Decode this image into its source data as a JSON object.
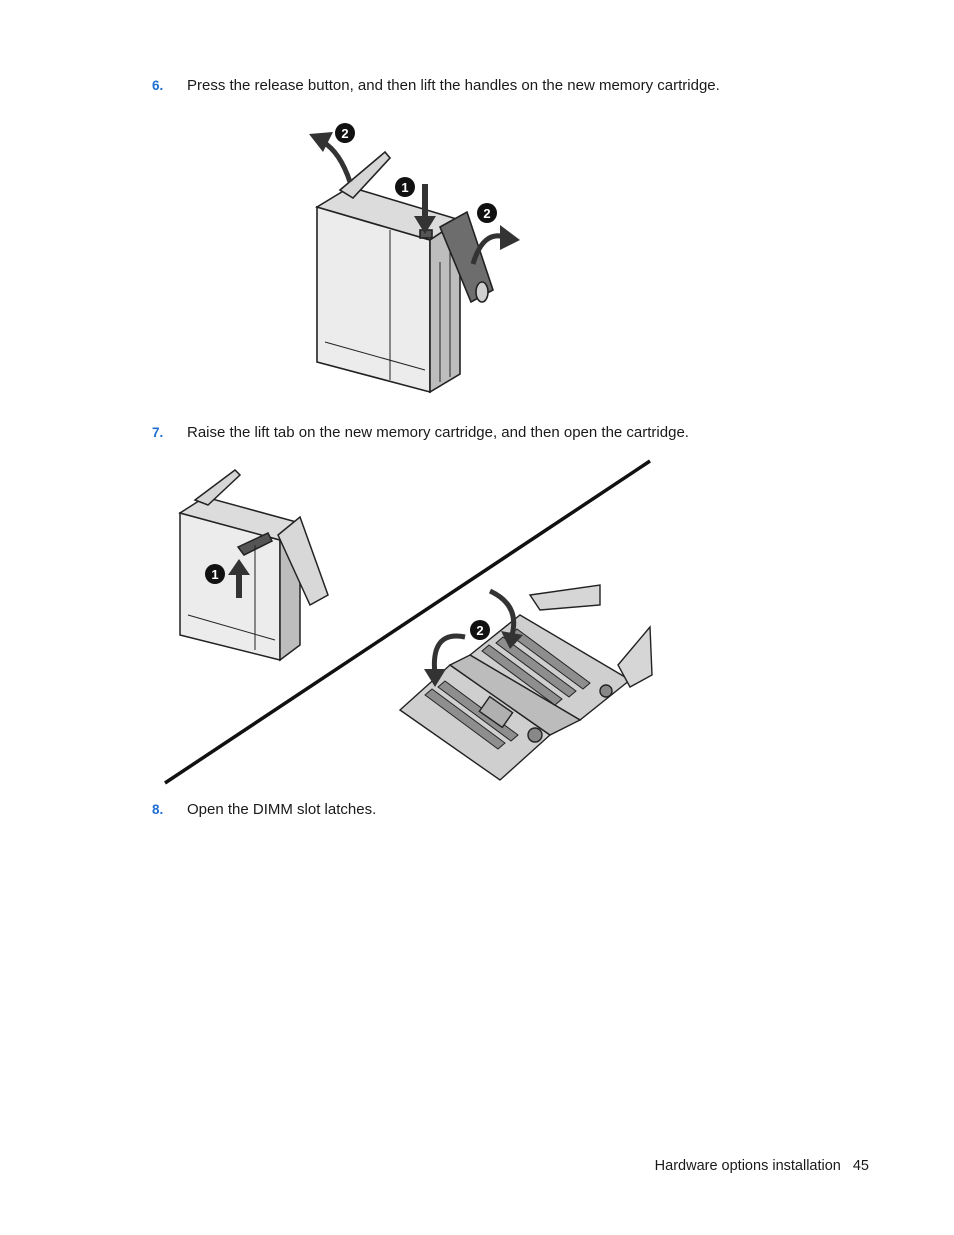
{
  "steps": [
    {
      "number": "6.",
      "text": "Press the release button, and then lift the handles on the new memory cartridge."
    },
    {
      "number": "7.",
      "text": "Raise the lift tab on the new memory cartridge, and then open the cartridge."
    },
    {
      "number": "8.",
      "text": "Open the DIMM slot latches."
    }
  ],
  "figure1": {
    "callouts": [
      "2",
      "1",
      "2"
    ]
  },
  "figure2": {
    "callouts": [
      "1",
      "2"
    ]
  },
  "footer": {
    "section": "Hardware options installation",
    "page": "45"
  },
  "colors": {
    "step_number": "#1f6fd1",
    "text": "#1a1a1a",
    "callout": "#111111"
  }
}
